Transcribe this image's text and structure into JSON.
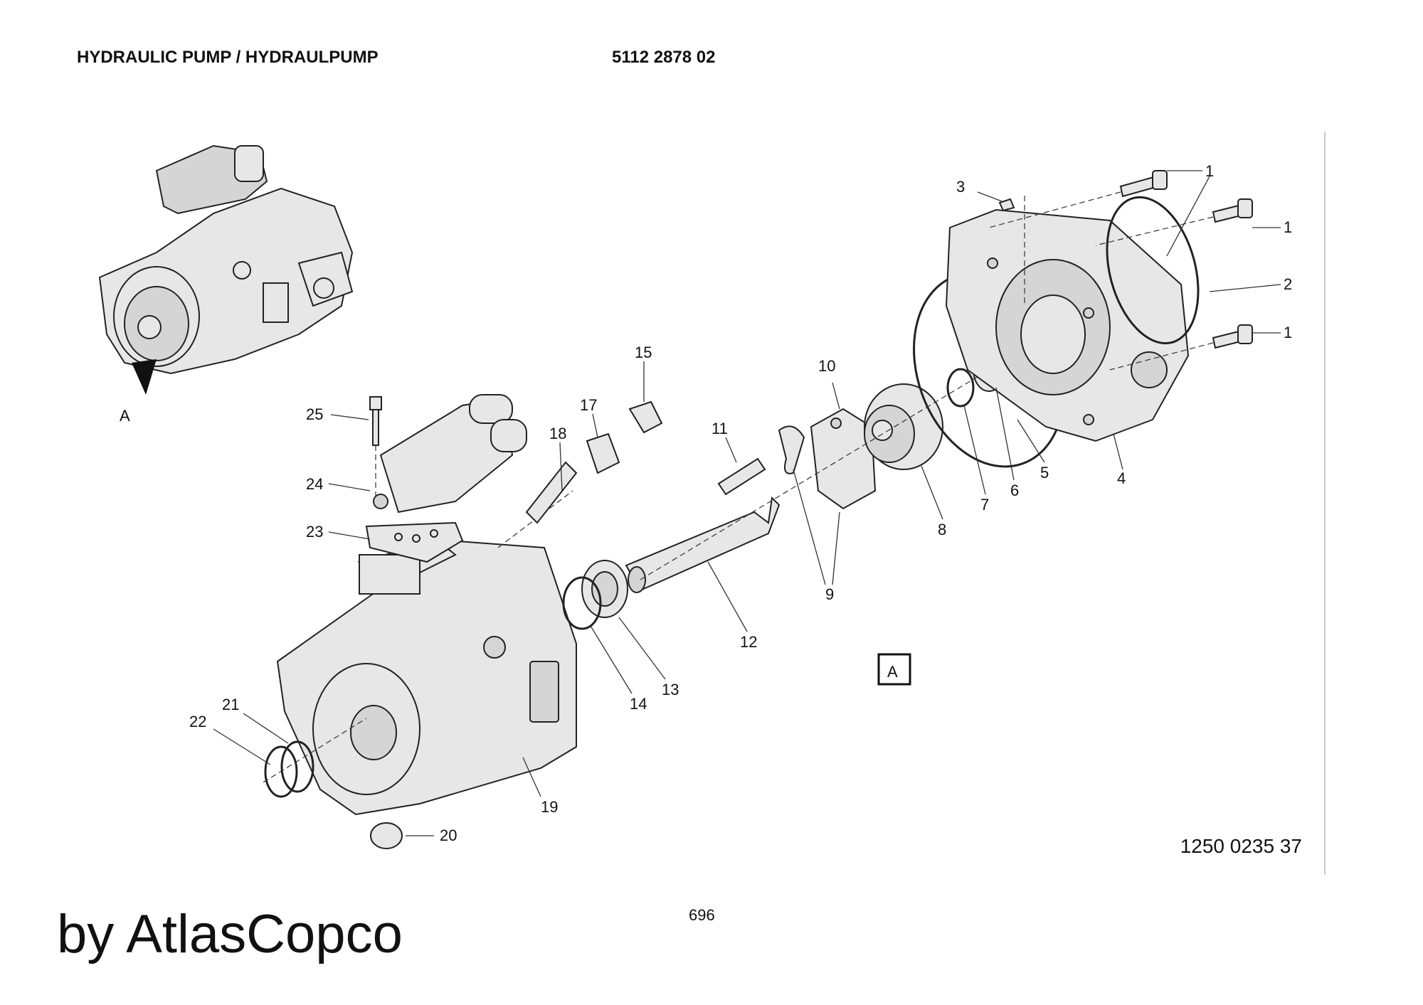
{
  "header": {
    "title": "HYDRAULIC PUMP / HYDRAULPUMP",
    "part_number": "5112 2878 02"
  },
  "callouts": [
    "1",
    "1",
    "1",
    "2",
    "3",
    "4",
    "5",
    "6",
    "7",
    "8",
    "9",
    "10",
    "11",
    "12",
    "13",
    "14",
    "15",
    "17",
    "18",
    "19",
    "20",
    "21",
    "22",
    "23",
    "24",
    "25"
  ],
  "view_labels": {
    "pointer": "A",
    "boxed": "A"
  },
  "drawing_number": "1250 0235 37",
  "page_number": "696",
  "brand": "by AtlasCopco"
}
